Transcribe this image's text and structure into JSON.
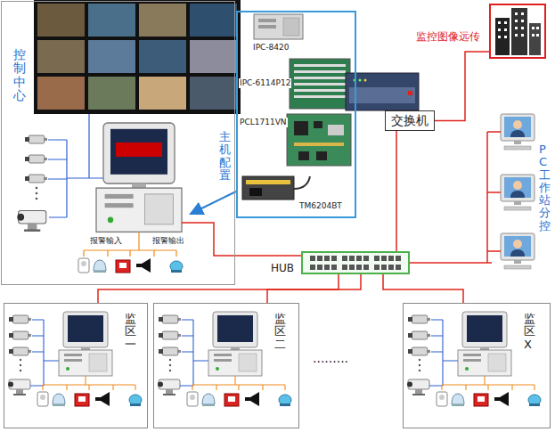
{
  "diagram": {
    "nodes": [
      {
        "text": [
          "控制中心"
        ]
      },
      {
        "text": [
          "主机配置"
        ]
      },
      {
        "text": [
          "交换机"
        ]
      },
      {
        "text": [
          "监控图像远传"
        ]
      },
      {
        "text": [
          "HUB"
        ]
      },
      {
        "text": [
          "PC工作站分控"
        ]
      },
      {
        "text": [
          "监区一"
        ]
      },
      {
        "text": [
          "监区二"
        ]
      },
      {
        "text": [
          "监区X"
        ]
      }
    ],
    "edges": [
      {
        "from": 0,
        "to": 4,
        "arrow": "none"
      },
      {
        "from": 4,
        "to": 2,
        "arrow": "none"
      },
      {
        "from": 2,
        "to": 3,
        "arrow": "none"
      },
      {
        "from": 4,
        "to": 5,
        "arrow": "none"
      },
      {
        "from": 4,
        "to": 6,
        "arrow": "none"
      },
      {
        "from": 4,
        "to": 7,
        "arrow": "none"
      },
      {
        "from": 4,
        "to": 8,
        "arrow": "none"
      }
    ],
    "labels": [
      "IPC-8420",
      "IPC-6114P12",
      "PCL1711VN",
      "TM6204BT",
      "报警输入",
      "报警输出",
      "·········"
    ]
  }
}
